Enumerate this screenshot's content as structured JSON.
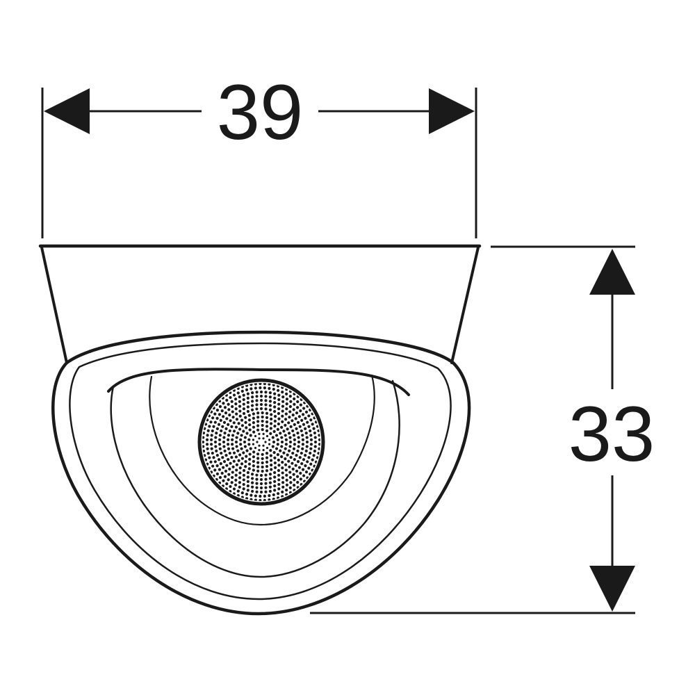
{
  "diagram": {
    "dimensions": [
      {
        "label": "39",
        "orientation": "horizontal"
      },
      {
        "label": "33",
        "orientation": "vertical"
      }
    ],
    "colors": {
      "line": "#1a1a1a",
      "background": "#ffffff"
    }
  }
}
